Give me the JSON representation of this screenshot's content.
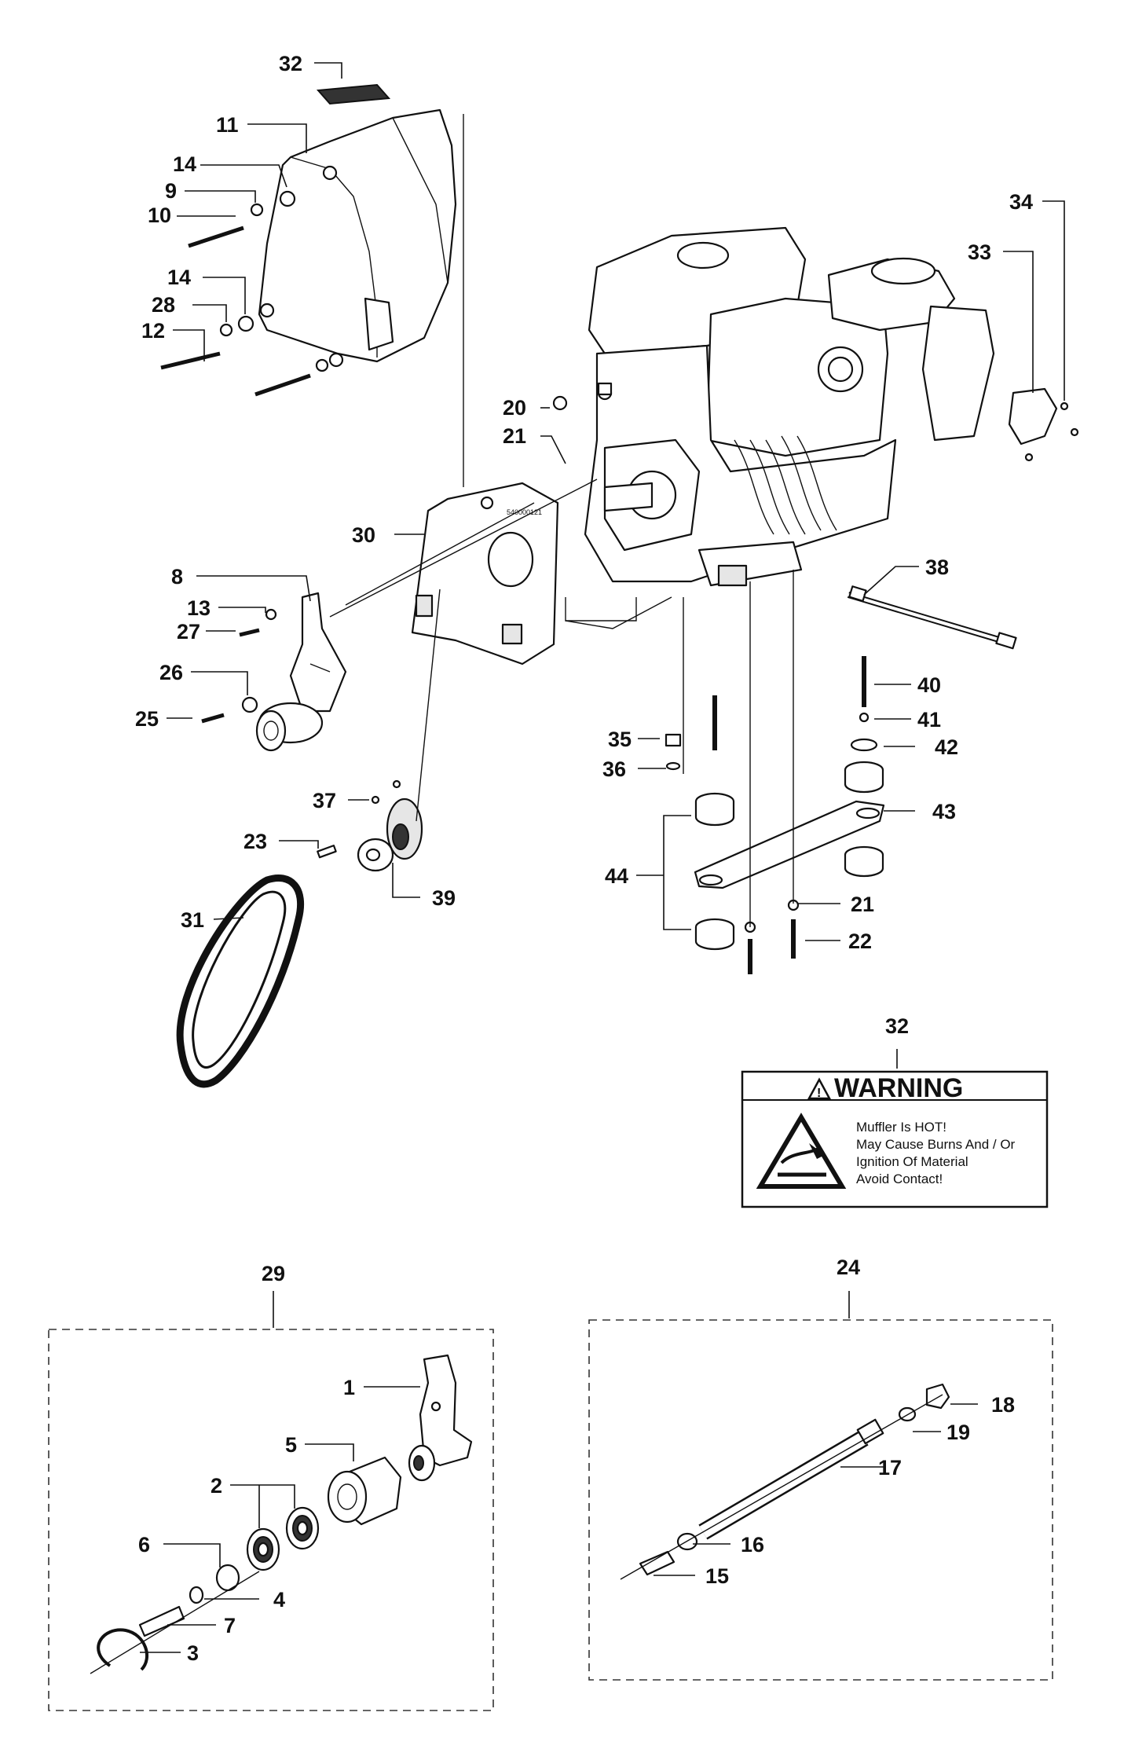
{
  "callouts": {
    "c32_top": "32",
    "c11": "11",
    "c14a": "14",
    "c9": "9",
    "c10": "10",
    "c14b": "14",
    "c28": "28",
    "c12": "12",
    "c20": "20",
    "c21a": "21",
    "c34": "34",
    "c33": "33",
    "c30": "30",
    "c8": "8",
    "c13": "13",
    "c27": "27",
    "c26": "26",
    "c25": "25",
    "c38": "38",
    "c40": "40",
    "c41": "41",
    "c42": "42",
    "c35": "35",
    "c36": "36",
    "c43": "43",
    "c37": "37",
    "c23": "23",
    "c39": "39",
    "c44": "44",
    "c31": "31",
    "c21b": "21",
    "c22": "22",
    "c32_warn": "32",
    "c29": "29",
    "c24": "24",
    "c1": "1",
    "c5": "5",
    "c2": "2",
    "c6": "6",
    "c4": "4",
    "c7": "7",
    "c3": "3",
    "c18": "18",
    "c19": "19",
    "c17": "17",
    "c16": "16",
    "c15": "15"
  },
  "warning_label": {
    "title": "WARNING",
    "lines": [
      "Muffler Is HOT!",
      "May Cause Burns And / Or",
      "Ignition Of Material",
      "Avoid Contact!"
    ]
  },
  "bracket_marking": "540000121"
}
